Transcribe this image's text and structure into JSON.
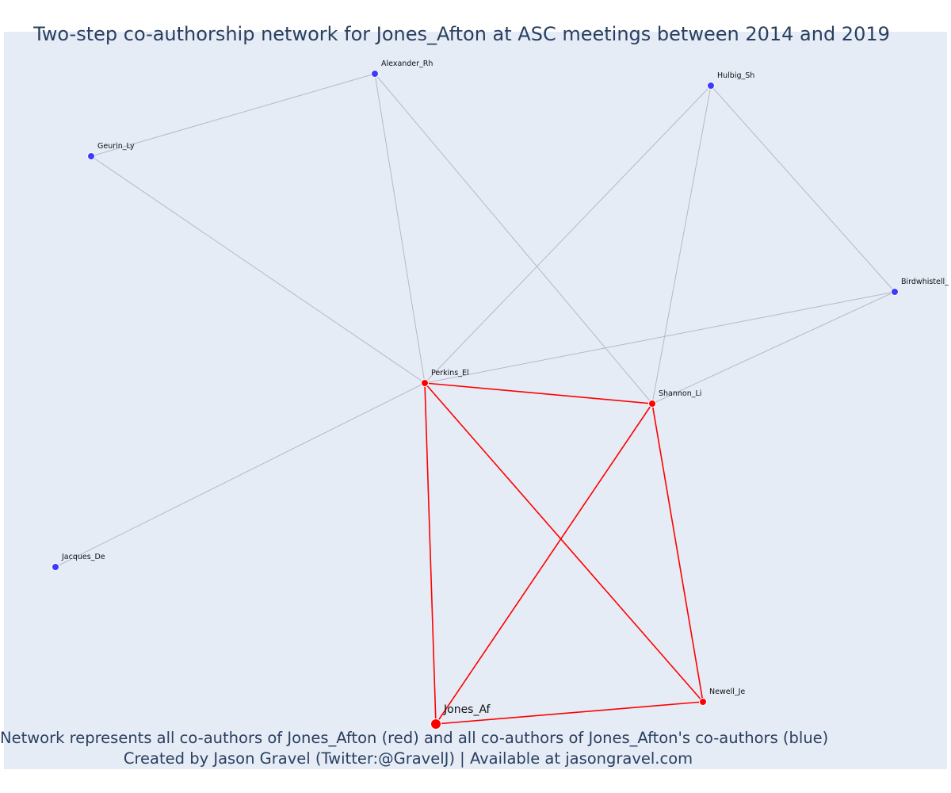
{
  "title": "Two-step co-authorship network for Jones_Afton at ASC meetings between 2014 and 2019",
  "caption": {
    "line1": "Network represents all co-authors of Jones_Afton (red) and all co-authors of Jones_Afton's co-authors (blue)",
    "line2": "Created by Jason Gravel (Twitter:@GravelJ) | Available at jasongravel.com"
  },
  "colors": {
    "background": "#e5ecf6",
    "first_step": "#ff0000",
    "second_step": "#3b3bff",
    "second_step_edge": "#b4b9c8"
  },
  "nodes": [
    {
      "id": "Alexander_Rh",
      "label": "Alexander_Rh",
      "group": "co-author of co-author"
    },
    {
      "id": "Hulbig_Sh",
      "label": "Hulbig_Sh",
      "group": "co-author of co-author"
    },
    {
      "id": "Geurin_Ly",
      "label": "Geurin_Ly",
      "group": "co-author of co-author"
    },
    {
      "id": "Birdwhistell",
      "label": "Birdwhistell_",
      "group": "co-author of co-author"
    },
    {
      "id": "Perkins_El",
      "label": "Perkins_El",
      "group": "co-author"
    },
    {
      "id": "Shannon_Li",
      "label": "Shannon_Li",
      "group": "co-author"
    },
    {
      "id": "Jacques_De",
      "label": "Jacques_De",
      "group": "co-author of co-author"
    },
    {
      "id": "Newell_Je",
      "label": "Newell_Je",
      "group": "co-author"
    },
    {
      "id": "Jones_Af",
      "label": "Jones_Af",
      "group": "focal"
    }
  ],
  "edges": [
    {
      "source": "Geurin_Ly",
      "target": "Alexander_Rh",
      "type": "second"
    },
    {
      "source": "Geurin_Ly",
      "target": "Perkins_El",
      "type": "second"
    },
    {
      "source": "Alexander_Rh",
      "target": "Perkins_El",
      "type": "second"
    },
    {
      "source": "Alexander_Rh",
      "target": "Shannon_Li",
      "type": "second"
    },
    {
      "source": "Hulbig_Sh",
      "target": "Perkins_El",
      "type": "second"
    },
    {
      "source": "Hulbig_Sh",
      "target": "Shannon_Li",
      "type": "second"
    },
    {
      "source": "Hulbig_Sh",
      "target": "Birdwhistell",
      "type": "second"
    },
    {
      "source": "Birdwhistell",
      "target": "Perkins_El",
      "type": "second"
    },
    {
      "source": "Birdwhistell",
      "target": "Shannon_Li",
      "type": "second"
    },
    {
      "source": "Perkins_El",
      "target": "Jacques_De",
      "type": "second"
    },
    {
      "source": "Perkins_El",
      "target": "Shannon_Li",
      "type": "first"
    },
    {
      "source": "Perkins_El",
      "target": "Jones_Af",
      "type": "first"
    },
    {
      "source": "Perkins_El",
      "target": "Newell_Je",
      "type": "first"
    },
    {
      "source": "Shannon_Li",
      "target": "Jones_Af",
      "type": "first"
    },
    {
      "source": "Shannon_Li",
      "target": "Newell_Je",
      "type": "first"
    },
    {
      "source": "Newell_Je",
      "target": "Jones_Af",
      "type": "first"
    }
  ]
}
